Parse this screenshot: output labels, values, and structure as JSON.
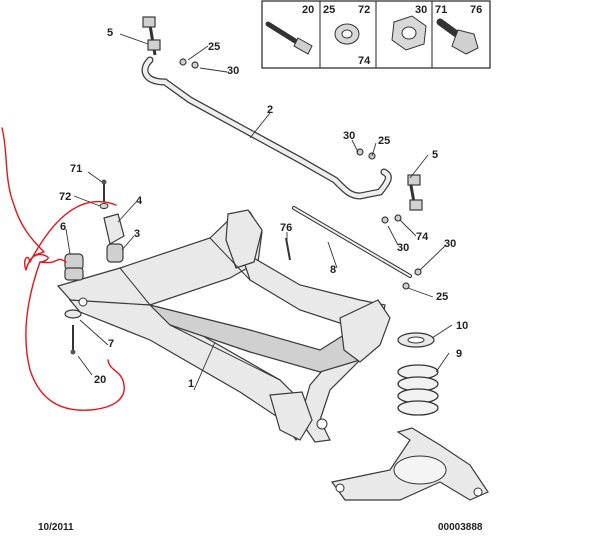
{
  "callouts": {
    "c1": "1",
    "c2": "2",
    "c3": "3",
    "c4": "4",
    "c5a": "5",
    "c5b": "5",
    "c6": "6",
    "c7": "7",
    "c8": "8",
    "c9": "9",
    "c10": "10",
    "c20": "20",
    "c25a": "25",
    "c25b": "25",
    "c25c": "25",
    "c30a": "30",
    "c30b": "30",
    "c30c": "30",
    "c30d": "30",
    "c71": "71",
    "c72": "72",
    "c74": "74",
    "c76": "76"
  },
  "legend": {
    "box1": "20",
    "box2a": "25",
    "box2b": "72",
    "box2c": "74",
    "box3": "30",
    "box4a": "71",
    "box4b": "76"
  },
  "footer": {
    "date": "10/2011",
    "ref": "00003888"
  },
  "colors": {
    "annotation": "#e8141a",
    "ink": "#333333"
  }
}
